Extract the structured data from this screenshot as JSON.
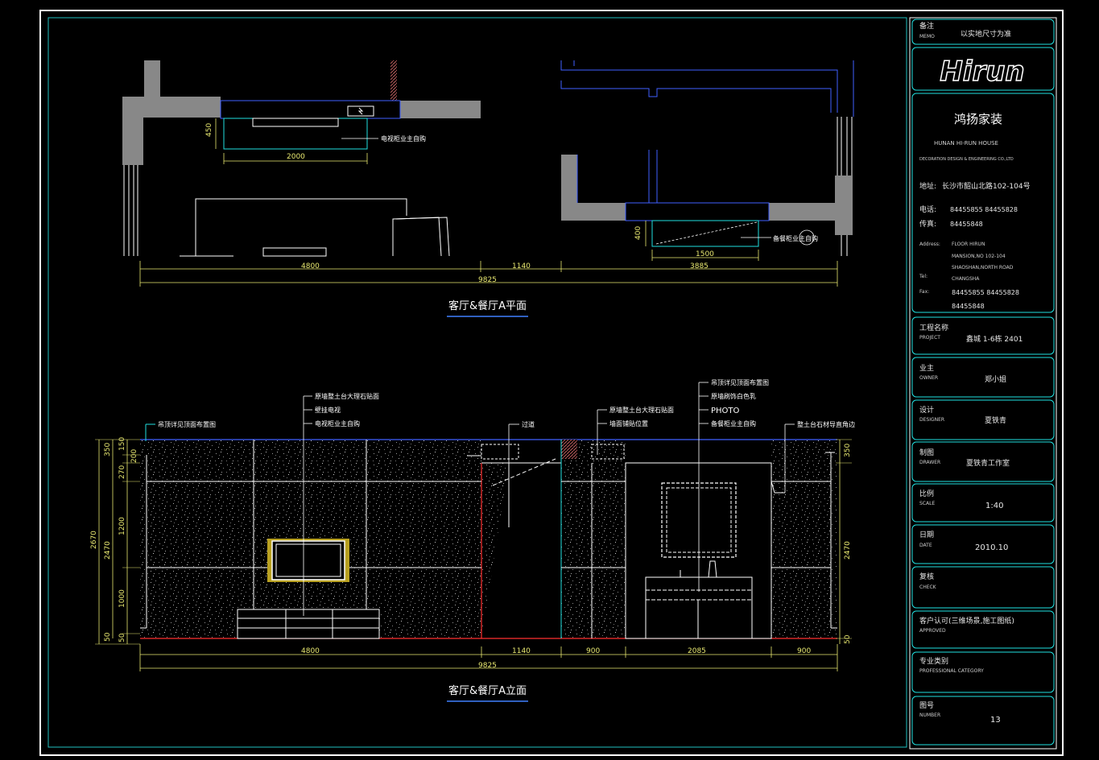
{
  "plan": {
    "caption": "客厅&餐厅A平面",
    "dims": {
      "d450": "450",
      "d2000": "2000",
      "d400": "400",
      "d1500": "1500",
      "d4800": "4800",
      "d1140": "1140",
      "d3885": "3885",
      "d9825": "9825"
    },
    "notes": {
      "tv_cabinet": "电视柜业主自购",
      "dining_cabinet": "备餐柜业主自购"
    }
  },
  "elevation": {
    "caption": "客厅&餐厅A立面",
    "dims": {
      "h350": "350",
      "h150": "150",
      "h200": "200",
      "h270": "270",
      "h1200": "1200",
      "h1000": "1000",
      "h50a": "50",
      "h50b": "50",
      "h2470": "2470",
      "h2670": "2670",
      "r350": "350",
      "r2470": "2470",
      "r50": "50",
      "w4800": "4800",
      "w1140": "1140",
      "w900a": "900",
      "w2085": "2085",
      "w900b": "900",
      "w9825": "9825"
    },
    "notes": {
      "ceiling_ref": "吊顶详见顶面布置图",
      "wall_marble": "原墙整土台大理石贴面",
      "wall_tv": "壁挂电视",
      "tv_cabinet": "电视柜业主自购",
      "passage": "过道",
      "wall_marble2": "原墙整土台大理石贴面",
      "floor_tile": "墙面铺贴位置",
      "ceiling_ref2": "吊顶详见顶面布置图",
      "wall_paint": "原墙刷饰白色乳",
      "photo": "PHOTO",
      "cabinet_owner": "备餐柜业主自购",
      "stone_edge": "整土台石材导直角边"
    }
  },
  "title_block": {
    "memo_zh": "备注",
    "memo_en": "MEMO",
    "memo_value": "以实地尺寸为准",
    "logo": "Hirun",
    "company_zh": "鸿扬家装",
    "company_en": "HUNAN HI-RUN HOUSE",
    "company_en2": "DECORATION DESIGN &     ENGINEERING CO.,LTD",
    "address_label": "地址:",
    "address_value": "长沙市韶山北路102-104号",
    "tel_label": "电话:",
    "tel_value": "84455855   84455828",
    "fax_label": "传真:",
    "fax_value": "84455848",
    "address_en_label": "Address:",
    "address_en_1": "FLOOR  HIRUN",
    "address_en_2": "MANSION,NO 102-104",
    "address_en_3": "SHAOSHAN,NORTH ROAD",
    "address_en_4": "CHANGSHA",
    "tel_en_label": "Tel:",
    "tel_en_value": "84455855   84455828",
    "fax_en_label": "Fax:",
    "fax_en_value": "84455848",
    "project_zh": "工程名称",
    "project_en": "PROJECT",
    "project_value": "鑫城 1-6栋 2401",
    "owner_zh": "业主",
    "owner_en": "OWNER",
    "owner_value": "郑小姐",
    "designer_zh": "设计",
    "designer_en": "DESIGNER",
    "designer_value": "夏铁青",
    "drawer_zh": "制图",
    "drawer_en": "DRAWER",
    "drawer_value": "夏铁青工作室",
    "scale_zh": "比例",
    "scale_en": "SCALE",
    "scale_value": "1:40",
    "date_zh": "日期",
    "date_en": "DATE",
    "date_value": "2010.10",
    "check_zh": "复核",
    "check_en": "CHECK",
    "approved_zh": "客户认可(三维场景,施工图纸)",
    "approved_en": "APPROVED",
    "category_zh": "专业类别",
    "category_en": "PROFESSIONAL CATEGORY",
    "number_zh": "图号",
    "number_en": "NUMBER",
    "number_value": "13"
  }
}
